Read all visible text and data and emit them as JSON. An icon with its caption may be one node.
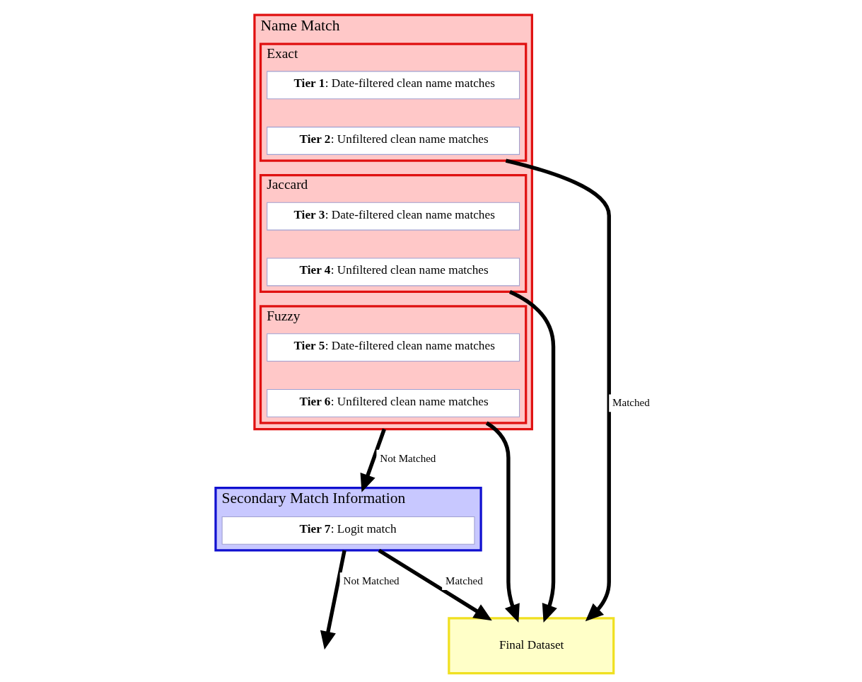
{
  "diagram": {
    "nodes": [
      {
        "text": [
          "Name Match"
        ]
      },
      {
        "text": [
          "Exact"
        ],
        "in": 0
      },
      {
        "text": [
          "**Tier 1**: Date-filtered clean name matches"
        ],
        "in": 1
      },
      {
        "text": [
          "**Tier 2**: Unfiltered clean name matches"
        ],
        "in": 1
      },
      {
        "text": [
          "Jaccard"
        ],
        "in": 0
      },
      {
        "text": [
          "**Tier 3**: Date-filtered clean name matches"
        ],
        "in": 4
      },
      {
        "text": [
          "**Tier 4**: Unfiltered clean name matches"
        ],
        "in": 4
      },
      {
        "text": [
          "Fuzzy"
        ],
        "in": 0
      },
      {
        "text": [
          "**Tier 5**: Date-filtered clean name matches"
        ],
        "in": 7
      },
      {
        "text": [
          "**Tier 6**: Unfiltered clean name matches"
        ],
        "in": 7
      },
      {
        "text": [
          "Secondary Match Information"
        ]
      },
      {
        "text": [
          "**Tier 7**: Logit match"
        ],
        "in": 10
      },
      {
        "text": [
          "Final Dataset"
        ]
      }
    ],
    "edges": [
      {
        "from": 1,
        "to": 12,
        "arrow": "to",
        "label": "Matched"
      },
      {
        "from": 4,
        "to": 12,
        "arrow": "to"
      },
      {
        "from": 7,
        "to": 12,
        "arrow": "to"
      },
      {
        "from": 0,
        "to": 10,
        "arrow": "to",
        "label": "Not Matched"
      },
      {
        "from": 10,
        "to": null,
        "arrow": "to",
        "label": "Not Matched"
      },
      {
        "from": 10,
        "to": 12,
        "arrow": "to",
        "label": "Matched"
      }
    ]
  }
}
